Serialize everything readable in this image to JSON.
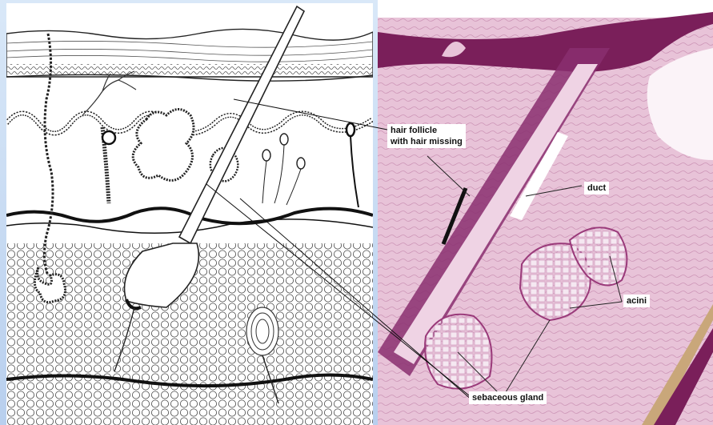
{
  "labels": {
    "hair_follicle_line1": "hair follicle",
    "hair_follicle_line2": "with hair missing",
    "duct": "duct",
    "acini": "acini",
    "sebaceous_gland": "sebaceous gland"
  },
  "colors": {
    "histology_background": "#e8c3d8",
    "epidermis": "#7a1f5a",
    "follicle_wall": "#8a2f70",
    "gland_cells": "#f3e3ee",
    "frame": "#b8cfee"
  }
}
